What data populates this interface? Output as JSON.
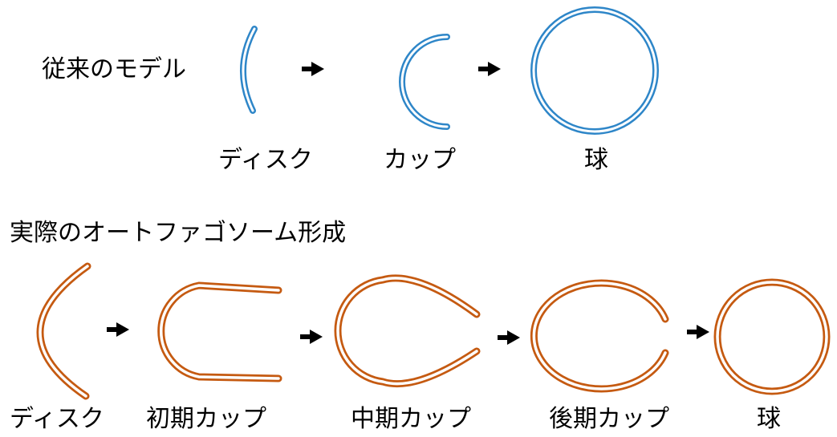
{
  "colors": {
    "conventional": "#2e86c8",
    "actual": "#c55a11",
    "arrow": "#000000",
    "background": "#ffffff"
  },
  "conventional": {
    "title": "従来のモデル",
    "stages": [
      {
        "label": "ディスク"
      },
      {
        "label": "カップ"
      },
      {
        "label": "球"
      }
    ]
  },
  "actual": {
    "title": "実際のオートファゴソーム形成",
    "stages": [
      {
        "label": "ディスク"
      },
      {
        "label": "初期カップ"
      },
      {
        "label": "中期カップ"
      },
      {
        "label": "後期カップ"
      },
      {
        "label": "球"
      }
    ]
  }
}
